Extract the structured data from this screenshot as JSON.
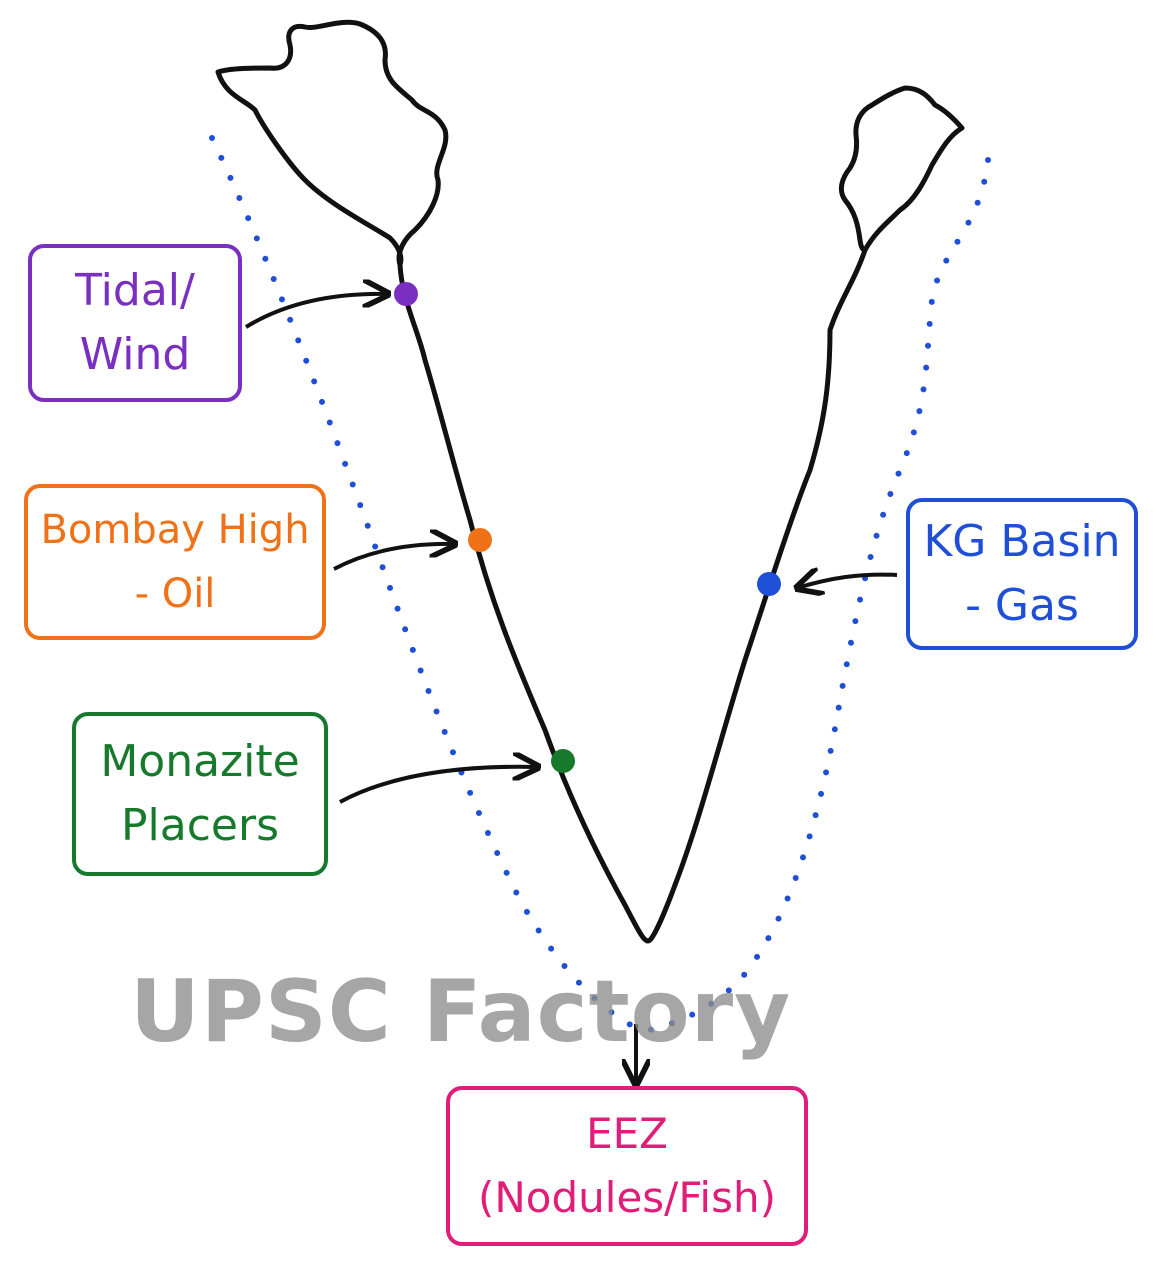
{
  "labels": {
    "tidal": [
      "Tidal/",
      "Wind"
    ],
    "bombay": [
      "Bombay High",
      "- Oil"
    ],
    "monazite": [
      "Monazite",
      "Placers"
    ],
    "kg": [
      "KG Basin",
      "- Gas"
    ],
    "eez": [
      "EEZ",
      "(Nodules/Fish)"
    ]
  },
  "watermark": "UPSC Factory",
  "colors": {
    "tidal": "#7a2fc0",
    "bombay": "#f07218",
    "monazite": "#17792b",
    "kg": "#1f4fd6",
    "eez": "#e01d78",
    "eez_boundary": "#1f4fd6",
    "coastline": "#111111"
  }
}
